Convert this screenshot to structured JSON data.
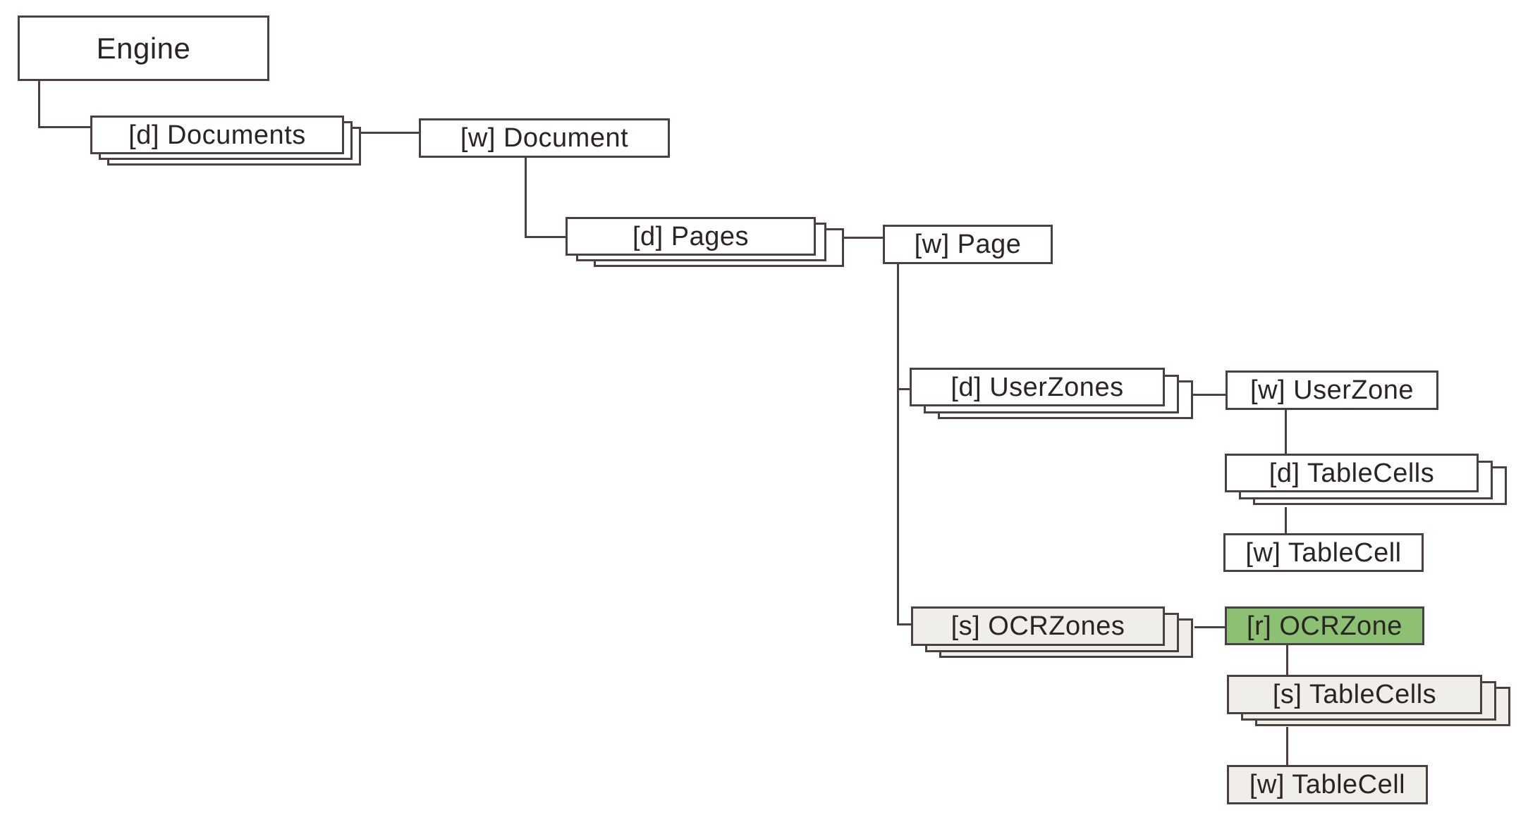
{
  "nodes": {
    "engine": "Engine",
    "documents": "[d] Documents",
    "document": "[w] Document",
    "pages": "[d] Pages",
    "page": "[w] Page",
    "userzones": "[d] UserZones",
    "userzone": "[w] UserZone",
    "tablecells_d": "[d] TableCells",
    "tablecell_1": "[w] TableCell",
    "ocrzones": "[s] OCRZones",
    "ocrzone": "[r] OCRZone",
    "tablecells_s": "[s] TableCells",
    "tablecell_2": "[w] TableCell"
  },
  "colors": {
    "stroke": "#4a4040",
    "text": "#2b2424",
    "box_fill": "#ffffff",
    "shaded_fill": "#f0eee9",
    "highlight_fill": "#8cc072"
  }
}
